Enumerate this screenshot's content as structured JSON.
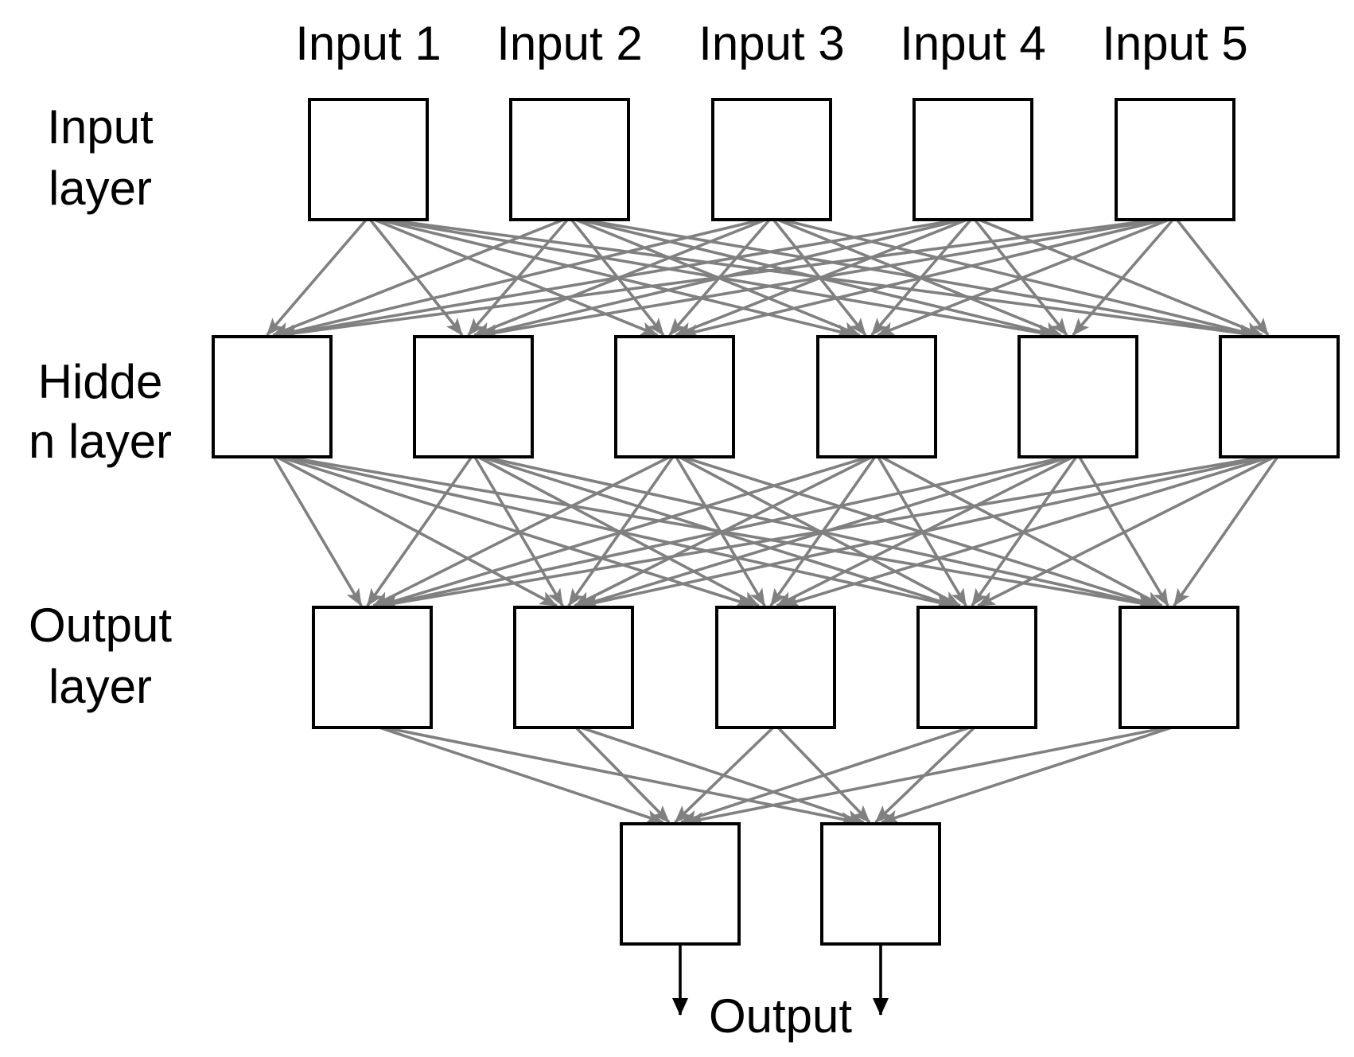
{
  "colors": {
    "edge": "#808080",
    "node_stroke": "#000000",
    "background": "#ffffff"
  },
  "diagram": {
    "input_labels": [
      "Input 1",
      "Input 2",
      "Input 3",
      "Input 4",
      "Input 5"
    ],
    "row_labels": {
      "input": [
        "Input",
        "layer"
      ],
      "hidden": [
        "Hidde",
        "n layer"
      ],
      "output": [
        "Output",
        "layer"
      ]
    },
    "output_label": "Output",
    "layer_sizes": [
      5,
      6,
      5,
      2
    ],
    "connectivity": "fully-connected"
  }
}
